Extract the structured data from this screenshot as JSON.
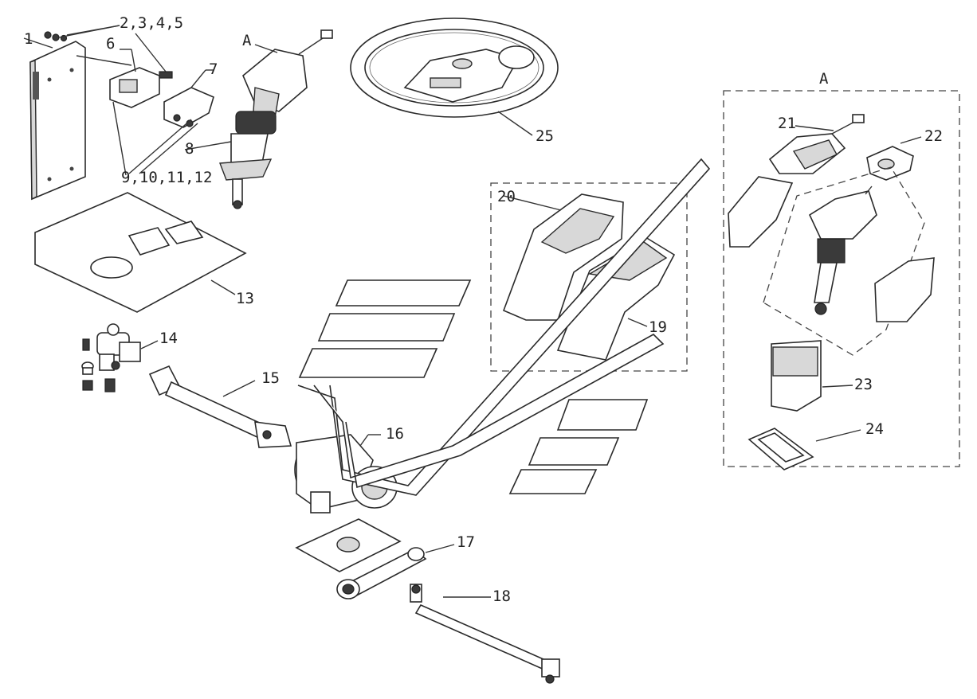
{
  "labels": {
    "p1": "1",
    "p2": "2,3,4,5",
    "p6": "6",
    "p7": "7",
    "p8": "8",
    "p9": "9,10,11,12",
    "p13": "13",
    "p14": "14",
    "p15": "15",
    "p16": "16",
    "p17": "17",
    "p18": "18",
    "p19": "19",
    "p20": "20",
    "p21": "21",
    "p22": "22",
    "p23": "23",
    "p24": "24",
    "p25": "25",
    "detailA": "A",
    "detailA_box": "A"
  }
}
